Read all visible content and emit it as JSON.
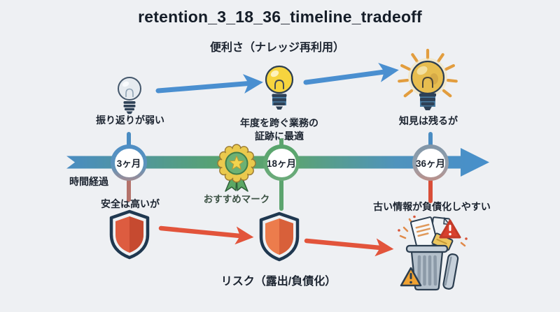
{
  "title": "retention_3_18_36_timeline_tradeoff",
  "axes": {
    "benefit_label": "便利さ（ナレッジ再利用）",
    "risk_label": "リスク（露出/負債化）",
    "time_label": "時間経過"
  },
  "milestones": [
    {
      "label": "3ヶ月",
      "benefit_note": "振り返りが弱い",
      "risk_note": "安全は高いが"
    },
    {
      "label": "18ヶ月",
      "benefit_note": "年度を跨ぐ業務の\n証跡に最適",
      "badge_label": "おすすめマーク"
    },
    {
      "label": "36ヶ月",
      "benefit_note": "知見は残るが",
      "risk_note": "古い情報が負債化しやすい"
    }
  ],
  "icons": {
    "benefit_weak": "dim-lightbulb-icon",
    "benefit_best": "lit-lightbulb-icon",
    "benefit_fading": "glowing-lightbulb-icon",
    "recommended": "rosette-badge-icon",
    "risk_low": "shield-icon",
    "risk_mid": "shield-icon",
    "risk_high": "trash-bin-warning-icon"
  },
  "colors": {
    "background": "#eef0f3",
    "text": "#1c2430",
    "timeline_blue": "#4a8cc2",
    "timeline_green": "#5ca46e",
    "benefit_arrow": "#4a8fd0",
    "risk_arrow": "#e2543b",
    "badge_gold": "#eac94d",
    "badge_green": "#6db173",
    "badge_label_color": "#3c5244",
    "shield_red": "#d85438",
    "warning_orange": "#f0a232"
  }
}
